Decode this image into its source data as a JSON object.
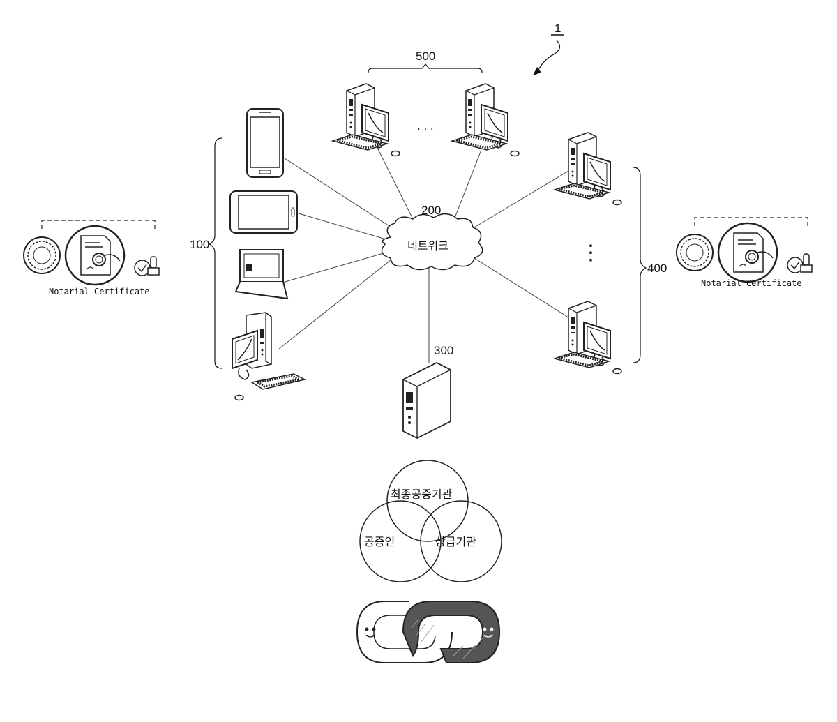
{
  "figure": {
    "system_ref": "1",
    "labels": {
      "user_terminals": "100",
      "network": "200",
      "server": "300",
      "notary_terminals": "400",
      "authority_terminals": "500"
    },
    "network_text": "네트워크",
    "ellipsis_horizontal": ". . .",
    "ellipsis_vertical": "⋮",
    "notarial_certificate_left": "Notarial Certificate",
    "notarial_certificate_right": "Notarial Certificate",
    "venn": {
      "top": "최종공증기관",
      "left": "공증인",
      "right": "상급기관"
    }
  }
}
